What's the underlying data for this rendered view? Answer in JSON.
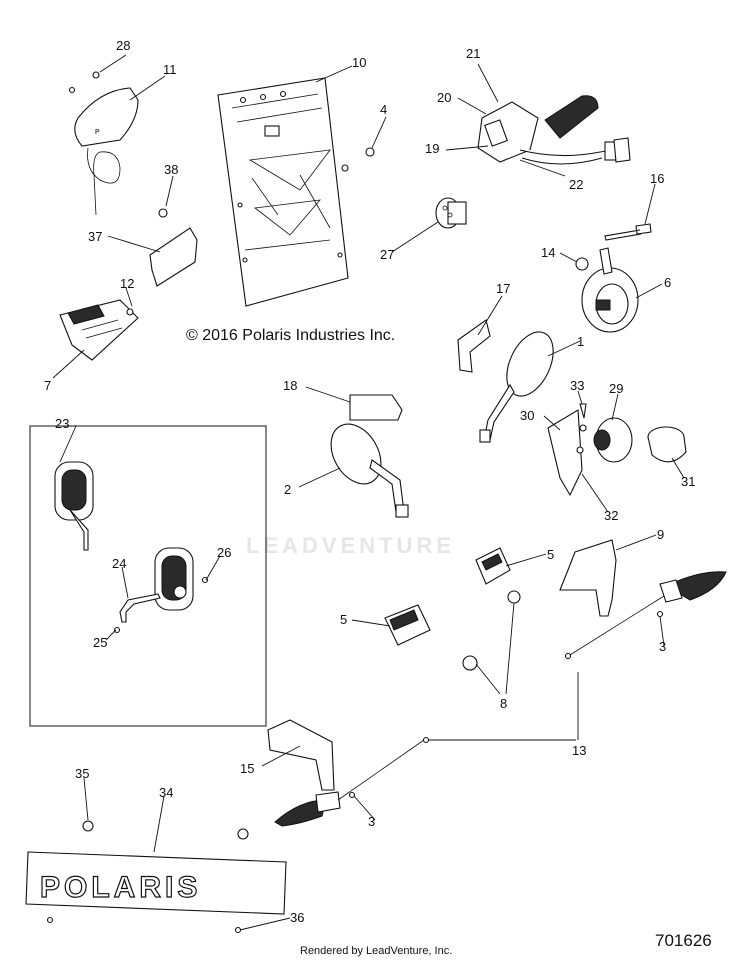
{
  "copyright": "© 2016 Polaris Industries Inc.",
  "footer": "Rendered by LeadVenture, Inc.",
  "diagram_id": "701626",
  "watermark": "LEADVENTURE",
  "plate_lettering": "POLARIS",
  "callouts": [
    "1",
    "2",
    "3",
    "3",
    "4",
    "5",
    "5",
    "6",
    "7",
    "8",
    "9",
    "10",
    "11",
    "12",
    "13",
    "14",
    "15",
    "16",
    "17",
    "18",
    "19",
    "20",
    "21",
    "22",
    "23",
    "24",
    "25",
    "26",
    "27",
    "28",
    "29",
    "30",
    "31",
    "32",
    "33",
    "34",
    "35",
    "36",
    "37",
    "38"
  ]
}
